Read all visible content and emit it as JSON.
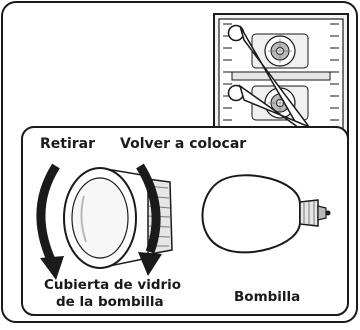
{
  "labels": {
    "remove": "Retirar",
    "replace": "Volver a colocar",
    "glass_cover_line1": "Cubierta de vidrio",
    "glass_cover_line2": "de la bombilla",
    "bulb": "Bombilla"
  },
  "colors": {
    "stroke": "#1a1a1a",
    "fill": "#ffffff",
    "light_gray": "#e6e6e6",
    "mid_gray": "#b8b8b8",
    "dark_gray": "#7a7a7a",
    "arrow": "#1a1a1a"
  },
  "icons": {
    "remove_arrow": "curved-arrow-counterclockwise",
    "replace_arrow": "curved-arrow-clockwise"
  }
}
